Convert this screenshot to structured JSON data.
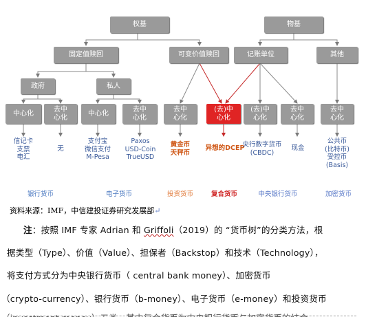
{
  "tree": {
    "root_left": "权基",
    "root_right": "物基",
    "fixed_redemption": "固定值赎回",
    "variable_redemption": "可变价值赎回",
    "unit_of_account": "记账单位",
    "other": "其他",
    "government": "政府",
    "private": "私人",
    "centralized_1": "中心化",
    "decentralized_1": "去中\n心化",
    "centralized_2": "中心化",
    "decentralized_2": "去中\n心化",
    "decentralized_3": "去中\n心化",
    "de_centralized_dcep": "(去)中\n心化",
    "de_centralized_cbdc": "(去)中\n心化",
    "decentralized_4": "去中\n心化",
    "decentralized_5": "去中\n心化"
  },
  "leaves": {
    "bank_money": "信记卡\n支票\n电汇",
    "none": "无",
    "e_money": "支付宝\n微信支付\nM-Pesa",
    "stablecoins": "Paxos\nUSD-Coin\nTrueUSD",
    "investment": "黄金币\n天秤币",
    "dcep": "异想的DCEP",
    "cbdc": "央行数字货币\n(CBDC)",
    "cash": "现金",
    "crypto": "公共币\n(比特币)\n受控币\n(Basis)"
  },
  "categories": {
    "bank": "银行货币",
    "electronic": "电子货币",
    "investment": "投资货币",
    "composite": "复合货币",
    "central_bank": "中央银行货币",
    "crypto": "加密货币"
  },
  "source": {
    "text": "资料来源：IMF，中信建投证券研究发展部",
    "arrow": "↵"
  },
  "note": {
    "label": "注",
    "line1_before": "：按照 IMF 专家 Adrian 和 ",
    "line1_name": "Griffoli",
    "line1_after": "（2019）的 “货币树”的分类方法，根",
    "line2": "据类型（Type）、价值（Value）、担保者（Backstop）和技术（Technology），",
    "line3": "将支付方式分为中央银行货币（ central  bank  money）、加密货币",
    "line4": "（crypto-currency）、银行货币（b-money）、电子货币（e-money）和投资货币",
    "line5": "（investment money）五类。其中复合货币为中央银行货币与加密货币的结合"
  },
  "colors": {
    "node": "#9a9a9a",
    "highlight": "#e02424",
    "edge": "#8a8a8a",
    "highlight_edge": "#c62828"
  }
}
